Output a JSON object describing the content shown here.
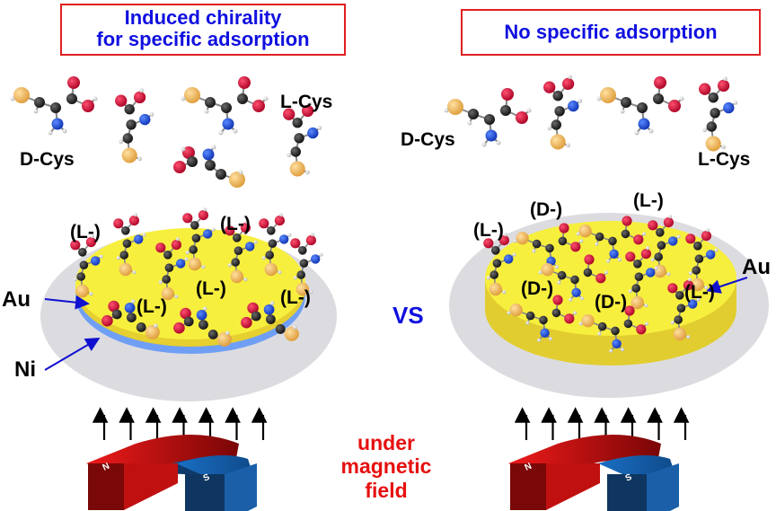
{
  "panels": {
    "left": {
      "title_line1": "Induced chirality",
      "title_line2": "for specific adsorption",
      "molecule_labels": [
        "D-Cys",
        "L-Cys"
      ],
      "adsorbed_tags": [
        "(L-)",
        "(L-)",
        "(L-)",
        "(L-)",
        "(L-)"
      ],
      "layer_labels": {
        "top": "Au",
        "bottom": "Ni"
      },
      "layers": [
        "Au",
        "Ni"
      ]
    },
    "right": {
      "title": "No specific adsorption",
      "molecule_labels": [
        "D-Cys",
        "L-Cys"
      ],
      "adsorbed_tags": [
        "(L-)",
        "(D-)",
        "(L-)",
        "(D-)",
        "(D-)",
        "(L-)"
      ],
      "layer_labels": {
        "top": "Au"
      },
      "layers": [
        "Au"
      ]
    }
  },
  "comparison_label": "VS",
  "field_label": {
    "line1": "under",
    "line2": "magnetic field"
  },
  "magnet": {
    "north_label": "N",
    "south_label": "S"
  },
  "colors": {
    "title_text": "#1010e0",
    "title_border": "#e02020",
    "field_text": "#e61010",
    "gold": "#f5ec3a",
    "nickel": "#6f9ff5",
    "substrate": "#d9d9de",
    "sulfur": "#f3bd62",
    "oxygen": "#d0103a",
    "nitrogen": "#1f4fe0",
    "carbon": "#2a2a2a",
    "hydrogen": "#e8e8e8",
    "magnet_north": "#ee1a1a",
    "magnet_south": "#1a6fc4"
  }
}
